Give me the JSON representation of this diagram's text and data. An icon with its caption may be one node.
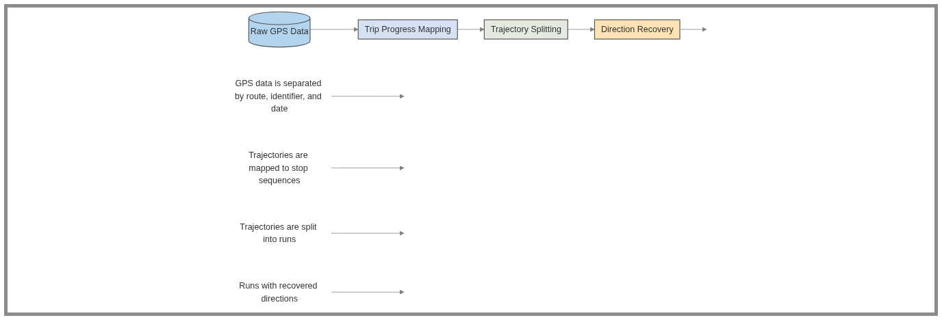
{
  "diagram": {
    "nodes": [
      {
        "text": [
          "Raw GPS Data"
        ]
      },
      {
        "text": [
          "Trip Progress Mapping"
        ]
      },
      {
        "text": [
          "Trajectory Splitting"
        ]
      },
      {
        "text": [
          "Direction Recovery"
        ]
      },
      {
        "text": [
          "GPS data is separated by route, identifier, and date"
        ]
      },
      {
        "text": [
          "Trajectories are mapped to stop sequences"
        ]
      },
      {
        "text": [
          "Trajectories are split into runs"
        ]
      },
      {
        "text": [
          "Runs with recovered directions"
        ]
      }
    ],
    "edges": [
      {
        "from": 0,
        "to": 1,
        "arrow": "to"
      },
      {
        "from": 1,
        "to": 2,
        "arrow": "to"
      },
      {
        "from": 2,
        "to": 3,
        "arrow": "to"
      },
      {
        "from": 3,
        "to": null,
        "arrow": "to"
      },
      {
        "from": 4,
        "to": null,
        "arrow": "to"
      },
      {
        "from": 5,
        "to": null,
        "arrow": "to"
      },
      {
        "from": 6,
        "to": null,
        "arrow": "to"
      },
      {
        "from": 7,
        "to": null,
        "arrow": "to"
      }
    ]
  }
}
